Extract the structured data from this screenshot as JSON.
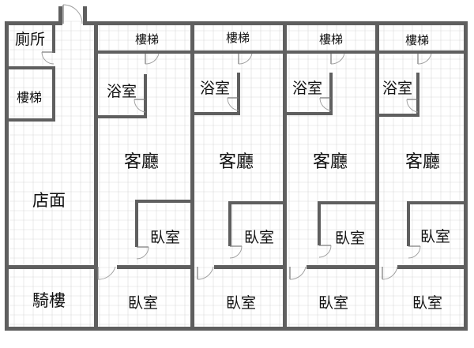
{
  "floor_plan": {
    "wall_color": "#5f5f5f",
    "grid_color": "#d9d9d9",
    "background": "#ffffff",
    "rooms": {
      "toilet": "廁所",
      "stairs_left": "樓梯",
      "shop": "店面",
      "arcade": "騎樓"
    },
    "units": [
      {
        "stairs": "樓梯",
        "bathroom": "浴室",
        "living_room": "客廳",
        "bedroom_small": "臥室",
        "bedroom_front": "臥室"
      },
      {
        "stairs": "樓梯",
        "bathroom": "浴室",
        "living_room": "客廳",
        "bedroom_small": "臥室",
        "bedroom_front": "臥室"
      },
      {
        "stairs": "樓梯",
        "bathroom": "浴室",
        "living_room": "客廳",
        "bedroom_small": "臥室",
        "bedroom_front": "臥室"
      },
      {
        "stairs": "樓梯",
        "bathroom": "浴室",
        "living_room": "客廳",
        "bedroom_small": "臥室",
        "bedroom_front": "臥室"
      }
    ]
  }
}
